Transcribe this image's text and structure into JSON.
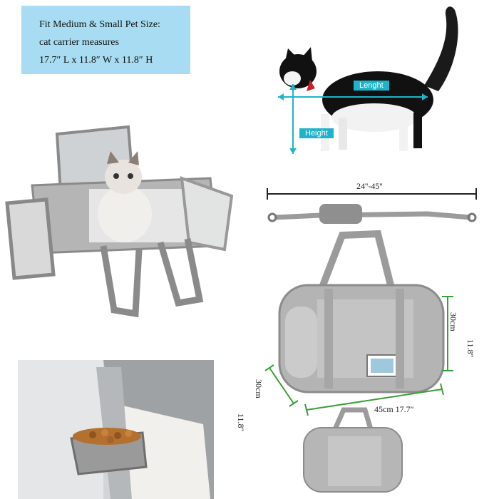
{
  "info": {
    "line1": "Fit Medium & Small Pet Size:",
    "line2": "cat carrier measures",
    "line3": "17.7″  L x 11.8″  W x 11.8″  H"
  },
  "cat_dims": {
    "length_label": "Lenght",
    "height_label": "Height"
  },
  "strap": {
    "length_label": "24''-45''"
  },
  "carrier_dims": {
    "height_cm": "30cm",
    "height_in": "11.8″",
    "length_label": "45cm  17.7″",
    "width_cm": "30cm",
    "width_in": "11.8″"
  },
  "colors": {
    "info_bg": "#a7dcf2",
    "accent_cyan": "#1fb3c9",
    "dim_green": "#3a9e3a",
    "carrier_gray": "#9b9b9b"
  }
}
